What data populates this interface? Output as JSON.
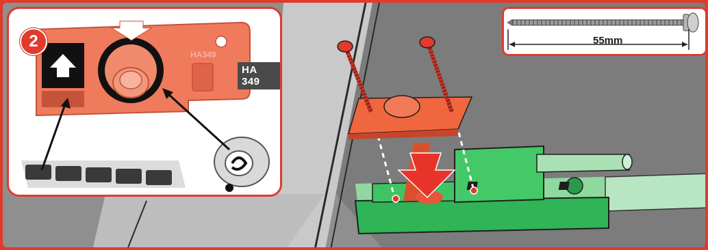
{
  "step_number": "2",
  "part_code_embossed": "HA349",
  "part_code_tag": "HA 349",
  "screw_length_label": "55mm",
  "colors": {
    "accent": "#e23a2c",
    "part": "#f07a5c",
    "slide": "#3fbf63",
    "background": "#8c8c8c"
  },
  "icons": {
    "up_arrow": "up-arrow-icon",
    "down_arrow": "down-arrow-icon"
  }
}
